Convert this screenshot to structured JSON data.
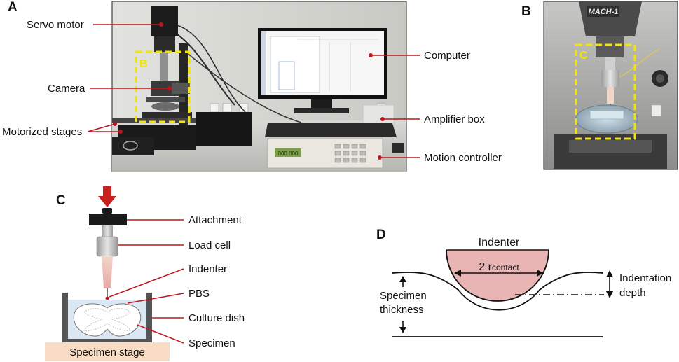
{
  "panels": {
    "a": "A",
    "b": "B",
    "c": "C",
    "d": "D"
  },
  "photo_a": {
    "labels_left": [
      "Servo motor",
      "Camera",
      "Motorized stages"
    ],
    "labels_right": [
      "Computer",
      "Amplifier box",
      "Motion controller"
    ],
    "inset_tag": "B",
    "controller_display": "000.000"
  },
  "photo_b": {
    "brand": "MACH-1",
    "inset_tag": "C"
  },
  "schematic_c": {
    "labels": [
      "Attachment",
      "Load cell",
      "Indenter",
      "PBS",
      "Culture dish",
      "Specimen"
    ],
    "stage_label": "Specimen stage"
  },
  "schematic_d": {
    "indenter_label": "Indenter",
    "radius_prefix": "2 r",
    "radius_subscript": "contact",
    "thickness_label": [
      "Specimen",
      "thickness"
    ],
    "depth_label": [
      "Indentation",
      "depth"
    ]
  },
  "colors": {
    "leader_red": "#c0141c",
    "inset_yellow": "#f2e600",
    "indenter_pink": "#e8b4b4",
    "stage_peach": "#f8dcc4",
    "pbs_blue": "#dbe8f4",
    "arrow_red": "#c8201e"
  }
}
